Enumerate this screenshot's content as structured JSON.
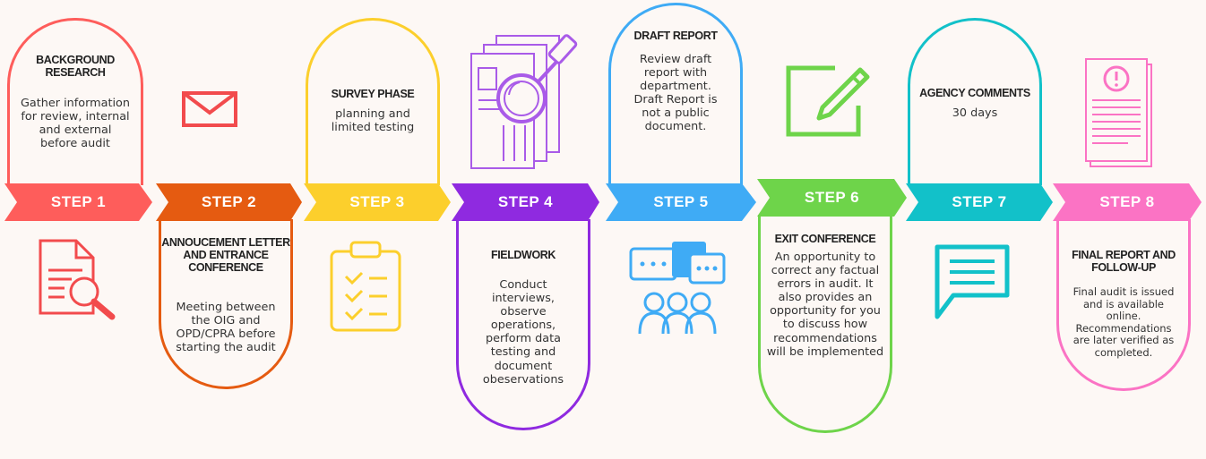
{
  "colors": {
    "step1": "#fe5d5b",
    "step2": "#e55b11",
    "step3": "#fccf2c",
    "step4": "#8f2ae0",
    "step5": "#3fabf5",
    "step6": "#6ed44a",
    "step7": "#12c1c9",
    "step8": "#fb73c4",
    "background": "#fdf8f5"
  },
  "steps": [
    {
      "label": "STEP 1",
      "title": "BACKGROUND RESEARCH",
      "text": "Gather information for review, internal and external before audit",
      "icon": "document-search-icon"
    },
    {
      "label": "STEP 2",
      "title": "ANNOUCEMENT LETTER AND ENTRANCE CONFERENCE",
      "text": "Meeting between the OIG and OPD/CPRA before starting the audit",
      "icon": "envelope-icon"
    },
    {
      "label": "STEP 3",
      "title": "SURVEY PHASE",
      "text": "planning and limited testing",
      "icon": "clipboard-checklist-icon"
    },
    {
      "label": "STEP 4",
      "title": "FIELDWORK",
      "text": "Conduct interviews, observe operations, perform data testing and document obeservations",
      "icon": "magnifier-documents-icon"
    },
    {
      "label": "STEP 5",
      "title": "DRAFT REPORT",
      "text": "Review draft report with department. Draft Report is not a public document.",
      "icon": "discussion-people-icon"
    },
    {
      "label": "STEP 6",
      "title": "EXIT CONFERENCE",
      "text": "An opportunity to correct any factual errors in audit. It also provides an opportunity for you to discuss how recommendations will be implemented",
      "icon": "edit-pencil-icon"
    },
    {
      "label": "STEP 7",
      "title": "AGENCY COMMENTS",
      "text": "30 days",
      "icon": "chat-bubble-icon"
    },
    {
      "label": "STEP 8",
      "title": "FINAL REPORT AND FOLLOW-UP",
      "text": "Final audit is issued and is available online. Recommendations are later verified as completed.",
      "icon": "alert-report-icon"
    }
  ]
}
